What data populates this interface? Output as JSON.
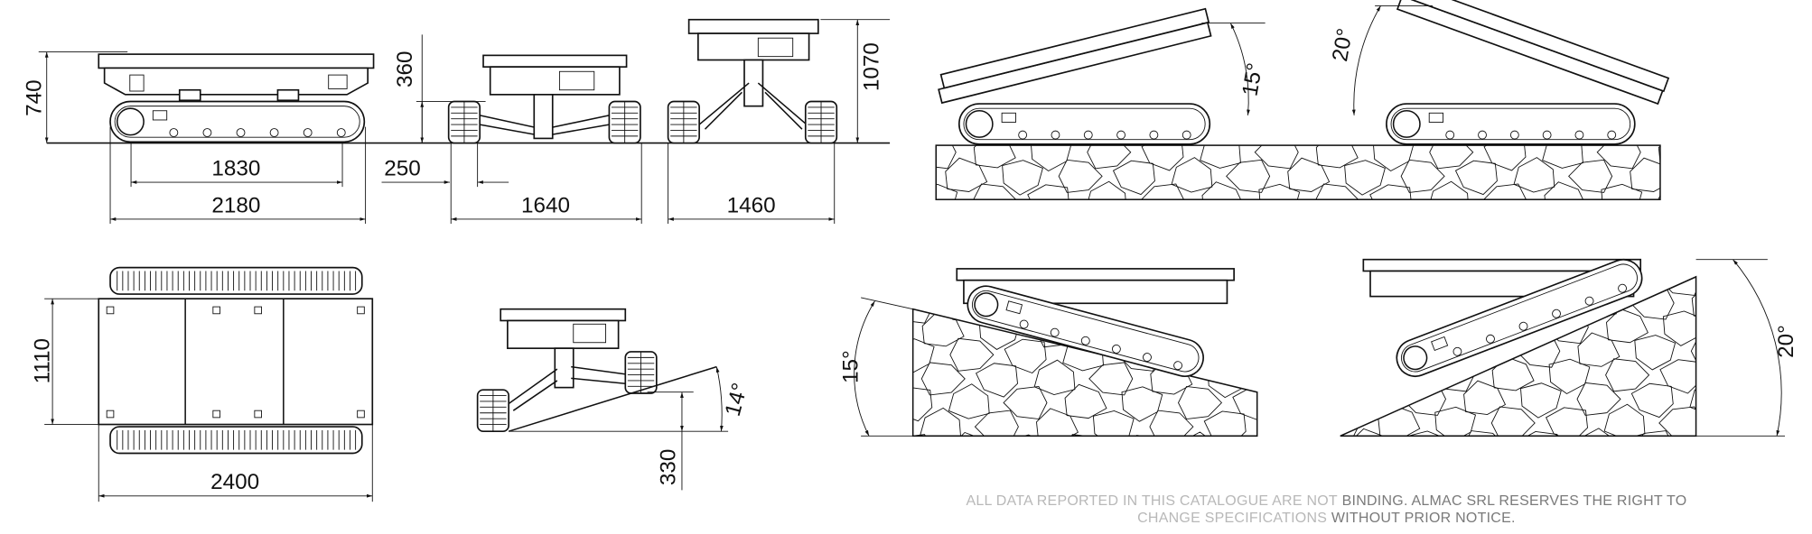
{
  "dimensions": {
    "side_height": "740",
    "wheelbase": "1830",
    "overall_length": "2180",
    "wheel_width": "250",
    "ground_clearance_low": "360",
    "width_low": "1640",
    "width_high": "1460",
    "height_high": "1070",
    "top_width": "1110",
    "top_length": "2400",
    "step_height": "330",
    "side_slope_angle": "14°"
  },
  "slopes": {
    "longitudinal_platform_a": "15°",
    "longitudinal_platform_b": "20°",
    "ramp_a": "15°",
    "ramp_b": "20°"
  },
  "disclaimer": {
    "line1_light": "ALL DATA REPORTED IN THIS CATALOGUE ARE NOT",
    "line1_dark": "BINDING. ALMAC SRL RESERVES THE RIGHT TO",
    "line2_light": "CHANGE SPECIFICATIONS",
    "line2_dark": "WITHOUT PRIOR NOTICE."
  },
  "colors": {
    "line": "#111111",
    "disclaimer_light": "#b8b8b8",
    "disclaimer_dark": "#7a7a7a"
  }
}
